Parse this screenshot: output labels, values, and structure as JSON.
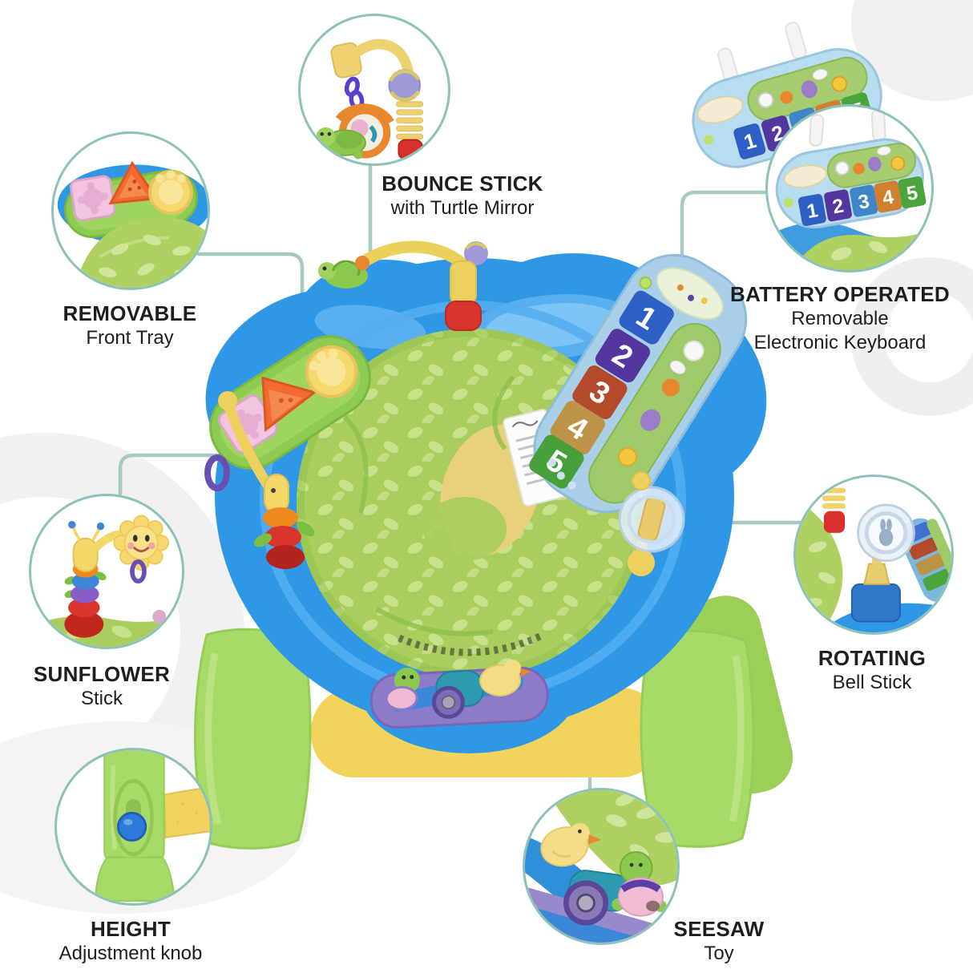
{
  "labels": {
    "bounce": {
      "title": "BOUNCE STICK",
      "sub": "with Turtle Mirror"
    },
    "battery": {
      "title": "BATTERY OPERATED",
      "sub": "Removable",
      "sub2": "Electronic Keyboard"
    },
    "tray": {
      "title": "REMOVABLE",
      "sub": "Front Tray"
    },
    "sunflower": {
      "title": "SUNFLOWER",
      "sub": "Stick"
    },
    "bell": {
      "title": "ROTATING",
      "sub": "Bell Stick"
    },
    "height": {
      "title": "HEIGHT",
      "sub": "Adjustment knob"
    },
    "seesaw": {
      "title": "SEESAW",
      "sub": "Toy"
    }
  },
  "keyboard": {
    "keys": [
      "1",
      "2",
      "3",
      "4",
      "5"
    ]
  },
  "colors": {
    "callout_border": "#8cc2ba",
    "leader_line": "#a5cabe",
    "tray_blue": "#2f98e6",
    "seat_green": "#a9ce5d",
    "leg_green": "#a8da68",
    "base_yellow": "#f2d35e",
    "text": "#1e1e1e"
  }
}
